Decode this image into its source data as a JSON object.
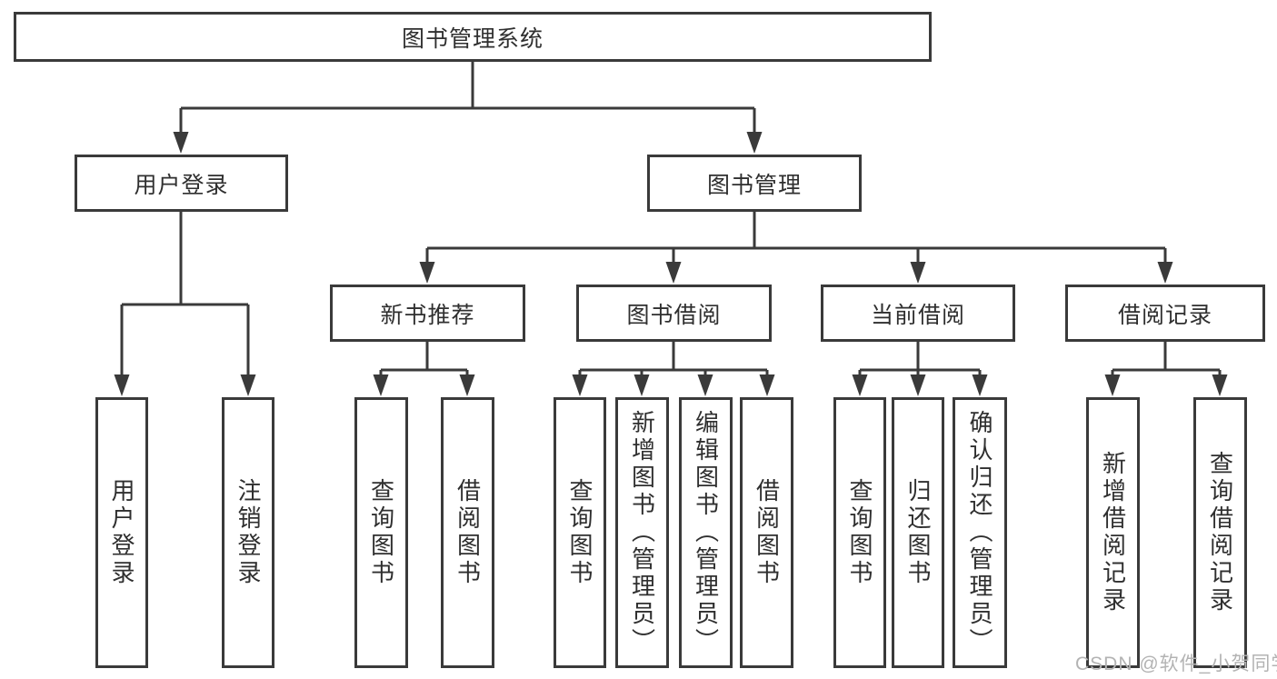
{
  "diagram": {
    "root": {
      "label": "图书管理系统"
    },
    "branches": [
      {
        "label": "用户登录",
        "children": [
          {
            "label": "用户登录"
          },
          {
            "label": "注销登录"
          }
        ]
      },
      {
        "label": "图书管理",
        "children": [
          {
            "label": "新书推荐",
            "children": [
              {
                "label": "查询图书"
              },
              {
                "label": "借阅图书"
              }
            ]
          },
          {
            "label": "图书借阅",
            "children": [
              {
                "label": "查询图书"
              },
              {
                "label": "新增图书（管理员）"
              },
              {
                "label": "编辑图书（管理员）"
              },
              {
                "label": "借阅图书"
              }
            ]
          },
          {
            "label": "当前借阅",
            "children": [
              {
                "label": "查询图书"
              },
              {
                "label": "归还图书"
              },
              {
                "label": "确认归还（管理员）"
              }
            ]
          },
          {
            "label": "借阅记录",
            "children": [
              {
                "label": "新增借阅记录"
              },
              {
                "label": "查询借阅记录"
              }
            ]
          }
        ]
      }
    ]
  },
  "watermark": {
    "text": "CSDN @软件_小贺同学"
  },
  "colors": {
    "line": "#3a3a3a",
    "border": "#3a3a3a",
    "text": "#2f2f2f",
    "watermark": "#b3b3b3",
    "background": "#ffffff"
  }
}
